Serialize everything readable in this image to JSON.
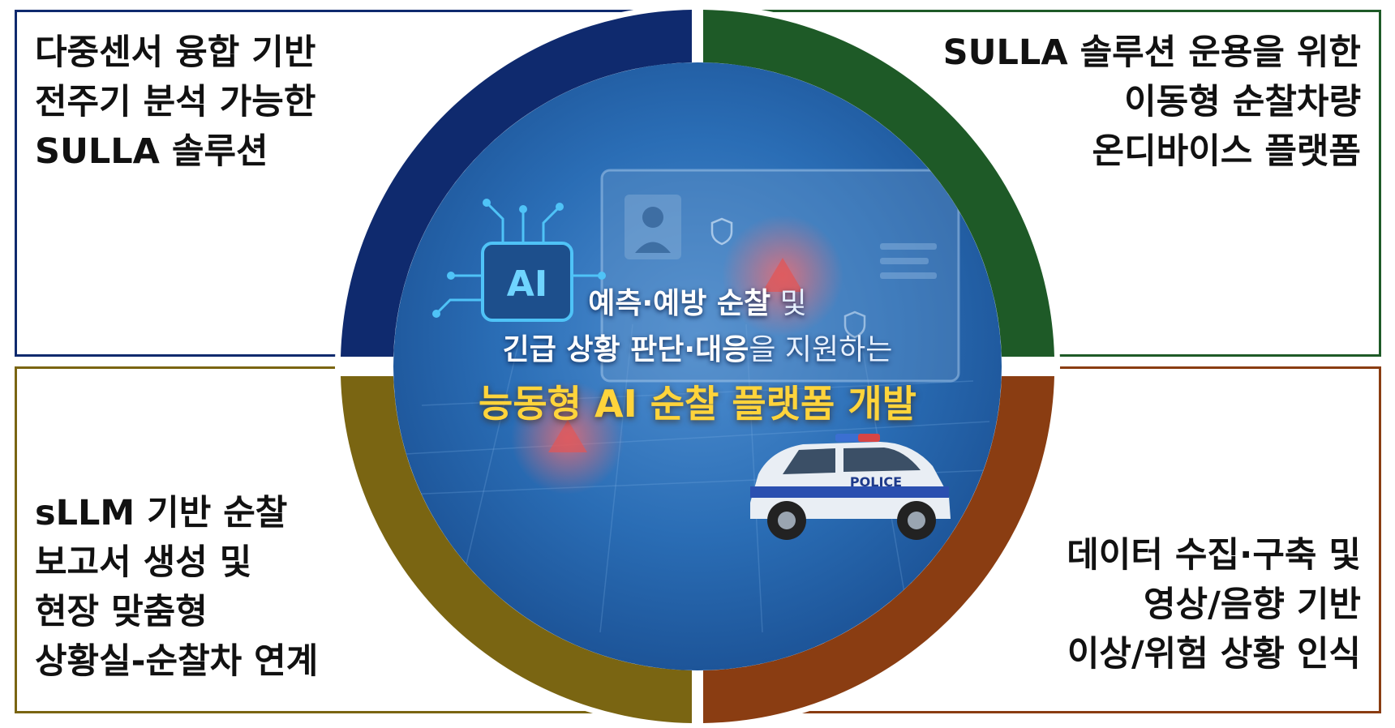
{
  "quadrants": {
    "top_left": {
      "lines": [
        "다중센서 융합 기반",
        "전주기 분석 가능한",
        "SULLA 솔루션"
      ],
      "color": "#0f2a6e"
    },
    "top_right": {
      "lines": [
        "SULLA 솔루션 운용을 위한",
        "이동형 순찰차량",
        "온디바이스 플랫폼"
      ],
      "color": "#1e5a27"
    },
    "bottom_left": {
      "lines": [
        "sLLM 기반 순찰",
        "보고서 생성 및",
        "현장 맞춤형",
        "상황실-순찰차 연계"
      ],
      "color": "#7a6512"
    },
    "bottom_right": {
      "lines": [
        "데이터 수집·구축 및",
        "영상/음향 기반",
        "이상/위험 상황 인식"
      ],
      "color": "#8a3d12"
    }
  },
  "center": {
    "line1_bold": "예측·예방 순찰",
    "line1_light": " 및",
    "line2_bold": "긴급 상황 판단·대응",
    "line2_light": "을 지원하는",
    "line3": "능동형 AI 순찰 플랫폼 개발",
    "ai_chip_label": "AI",
    "police_label": "POLICE"
  },
  "icons": [
    "ai-chip-icon",
    "user-card-icon",
    "shield-icon",
    "warning-icon",
    "police-car-icon"
  ]
}
